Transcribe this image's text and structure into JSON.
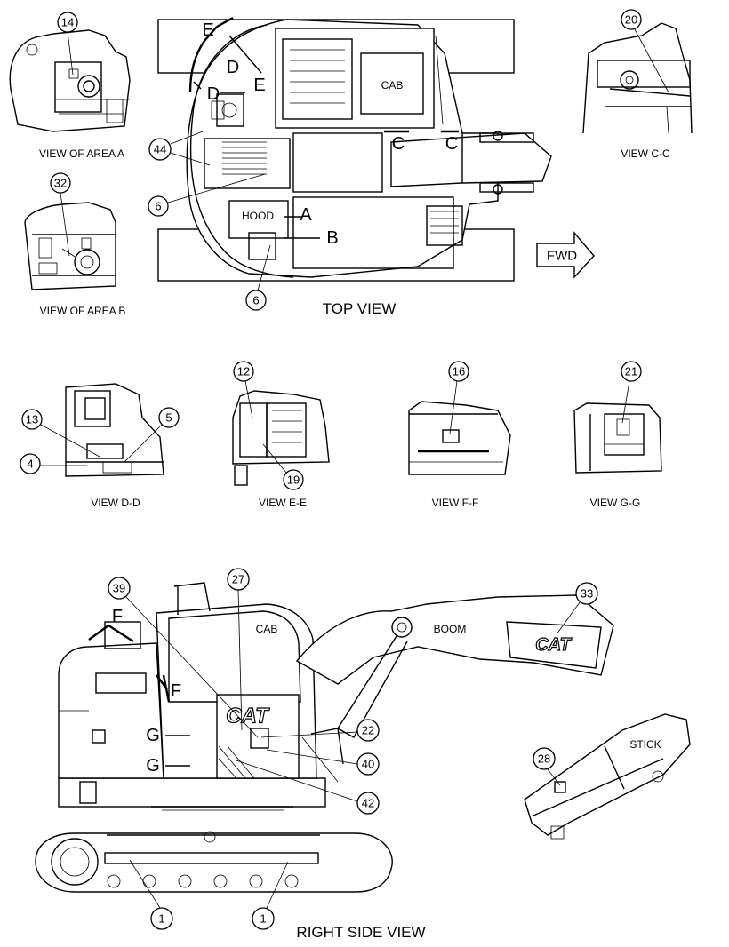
{
  "captions": {
    "area_a": "VIEW OF AREA A",
    "area_b": "VIEW OF AREA B",
    "top_view": "TOP VIEW",
    "view_cc": "VIEW C-C",
    "view_dd": "VIEW D-D",
    "view_ee": "VIEW E-E",
    "view_ff": "VIEW F-F",
    "view_gg": "VIEW G-G",
    "right_side_view": "RIGHT SIDE VIEW"
  },
  "labels": {
    "fwd": "FWD",
    "cab_top": "CAB",
    "hood": "HOOD",
    "cab_side": "CAB",
    "boom": "BOOM",
    "stick": "STICK",
    "logo_side": "CAT",
    "logo_boom": "CAT"
  },
  "section_letters": {
    "a": "A",
    "b": "B",
    "c_left": "C",
    "c_right": "C",
    "d_upper": "D",
    "d_lower": "D",
    "e_upper": "E",
    "e_lower": "E",
    "f_upper": "F",
    "f_lower": "F",
    "g_upper": "G",
    "g_lower": "G"
  },
  "callouts": {
    "c14": "14",
    "c32": "32",
    "c44": "44",
    "c6_upper": "6",
    "c6_lower": "6",
    "c20": "20",
    "c12": "12",
    "c13": "13",
    "c5": "5",
    "c4": "4",
    "c19": "19",
    "c16": "16",
    "c21": "21",
    "c39": "39",
    "c27": "27",
    "c33": "33",
    "c22": "22",
    "c40": "40",
    "c42": "42",
    "c28": "28",
    "c1_left": "1",
    "c1_right": "1"
  }
}
